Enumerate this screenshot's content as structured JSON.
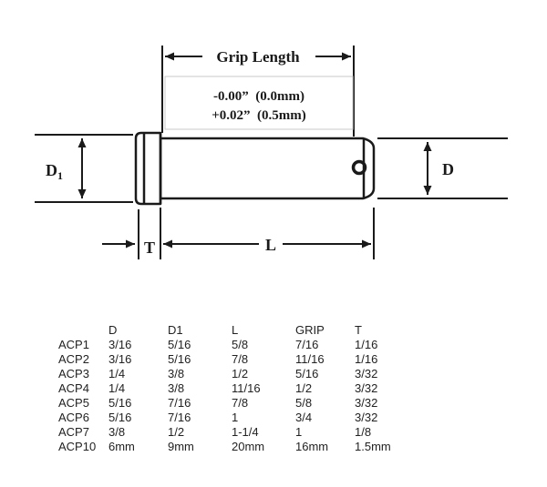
{
  "diagram": {
    "grip_length_label": "Grip Length",
    "tolerance": {
      "line1": "-0.00”  (0.0mm)",
      "line2": "+0.02”  (0.5mm)"
    },
    "labels": {
      "d1_main": "D",
      "d1_sub": "1",
      "d": "D",
      "t": "T",
      "l": "L"
    },
    "line_color": "#1a1a1a",
    "tolerance_box_color": "#c8c8c8"
  },
  "table": {
    "headers": [
      "",
      "D",
      "D1",
      "L",
      "GRIP",
      "T"
    ],
    "rows": [
      [
        "ACP1",
        "3/16",
        "5/16",
        "5/8",
        "7/16",
        "1/16"
      ],
      [
        "ACP2",
        "3/16",
        "5/16",
        "7/8",
        "11/16",
        "1/16"
      ],
      [
        "ACP3",
        "1/4",
        "3/8",
        "1/2",
        "5/16",
        "3/32"
      ],
      [
        "ACP4",
        "1/4",
        "3/8",
        "11/16",
        "1/2",
        "3/32"
      ],
      [
        "ACP5",
        "5/16",
        "7/16",
        "7/8",
        "5/8",
        "3/32"
      ],
      [
        "ACP6",
        "5/16",
        "7/16",
        "1",
        "3/4",
        "3/32"
      ],
      [
        "ACP7",
        "3/8",
        "1/2",
        "1-1/4",
        "1",
        "1/8"
      ],
      [
        "ACP10",
        "6mm",
        "9mm",
        "20mm",
        "16mm",
        "1.5mm"
      ]
    ]
  }
}
